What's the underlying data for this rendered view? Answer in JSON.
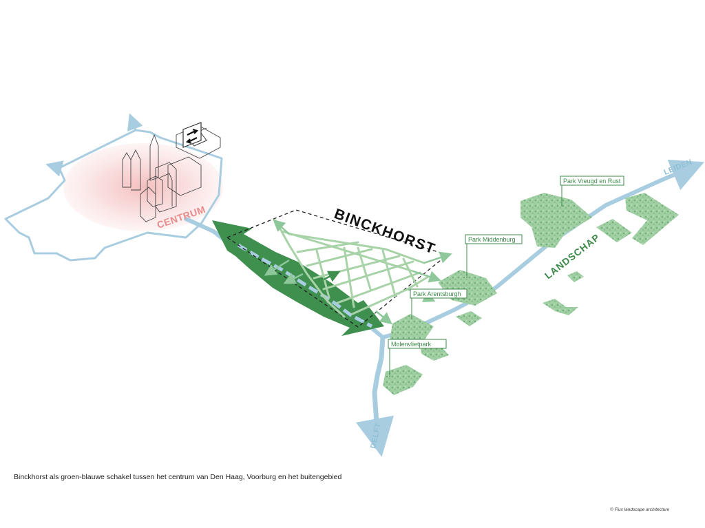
{
  "labels": {
    "centrum": "CENTRUM",
    "binckhorst": "BINCKHORST",
    "landschap": "LANDSCHAP",
    "leiden": "LEIDEN",
    "delft": "DELFT"
  },
  "parks": {
    "vreugd": "Park Vreugd en Rust",
    "middenburg": "Park Middenburg",
    "arentsburgh": "Park Arentsburgh",
    "molenvliet": "Molenvlietpark"
  },
  "caption": "Binckhorst als groen-blauwe schakel tussen het centrum van Den Haag, Voorburg en het buitengebied",
  "credit": "© Flux landscape architecture",
  "colors": {
    "water": "#a9cde0",
    "water_line": "#8fbfd6",
    "green_dark": "#3f8f4f",
    "green_light": "#9fcea2",
    "green_mid": "#7fbf85",
    "label_green": "#3d8a4a",
    "centrum_red": "#e88a8a",
    "centrum_glow": "#f4c6c6",
    "street": "#a8d3a8"
  }
}
